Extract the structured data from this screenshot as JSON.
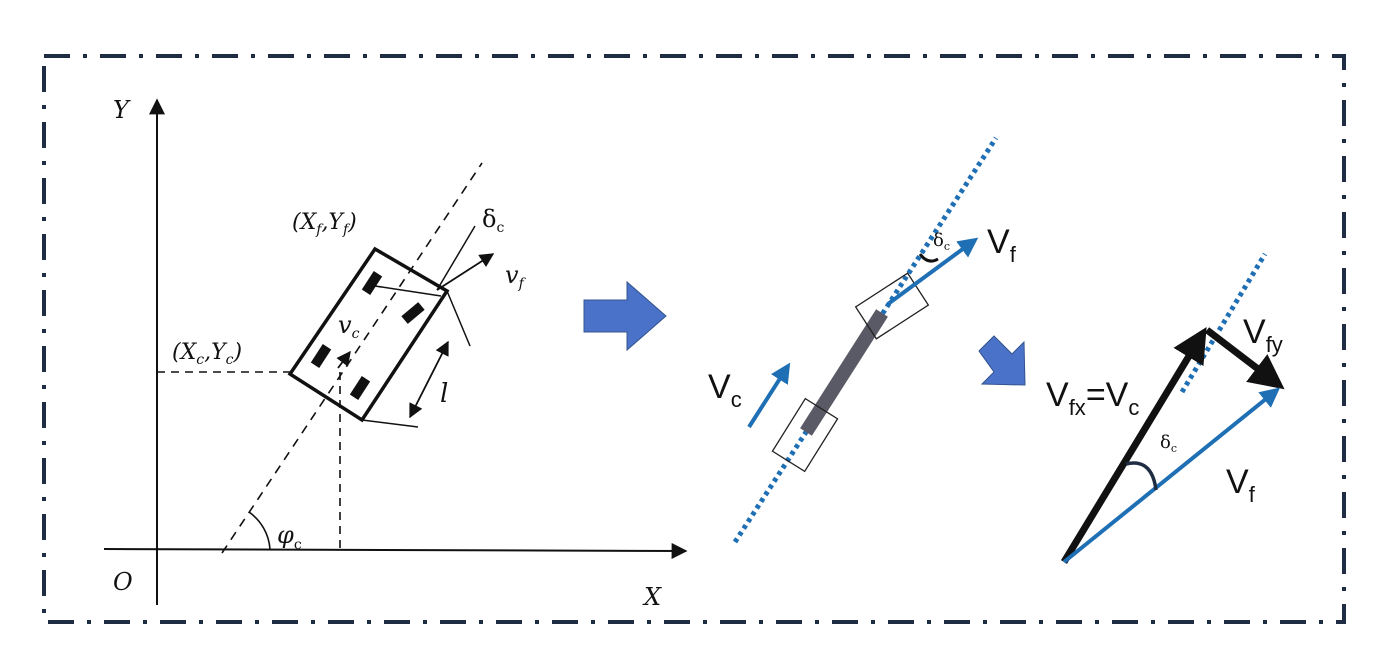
{
  "colors": {
    "frame": "#1f2d44",
    "ink": "#111111",
    "blue": "#1f6fb5",
    "arrow_fill": "#4a72c8",
    "vehicle_bar": "#5a5a66"
  },
  "left_panel": {
    "axis_y": "Y",
    "axis_x": "X",
    "origin": "O",
    "point_front": "(X",
    "point_front_sub1": "f",
    "point_front_mid": ",Y",
    "point_front_sub2": "f",
    "point_front_end": ")",
    "point_center": "(X",
    "point_center_sub1": "c",
    "point_center_mid": ",Y",
    "point_center_sub2": "c",
    "point_center_end": ")",
    "delta": "δ",
    "delta_sub": "c",
    "v_front": "v",
    "v_front_sub": "f",
    "v_center": "v",
    "v_center_sub": "c",
    "length": "l",
    "phi": "φ",
    "phi_sub": "c"
  },
  "middle_panel": {
    "v_center": "V",
    "v_center_sub": "c",
    "v_front": "V",
    "v_front_sub": "f",
    "delta": "δ",
    "delta_sub": "c"
  },
  "right_panel": {
    "vfx_label": "V",
    "vfx_sub": "fx",
    "vfx_eq": "=V",
    "vfx_eq_sub": "c",
    "vfy": "V",
    "vfy_sub": "fy",
    "vf": "V",
    "vf_sub": "f",
    "delta": "δ",
    "delta_sub": "c"
  },
  "transition_arrows": [
    "right-arrow-icon",
    "down-right-arrow-icon"
  ]
}
